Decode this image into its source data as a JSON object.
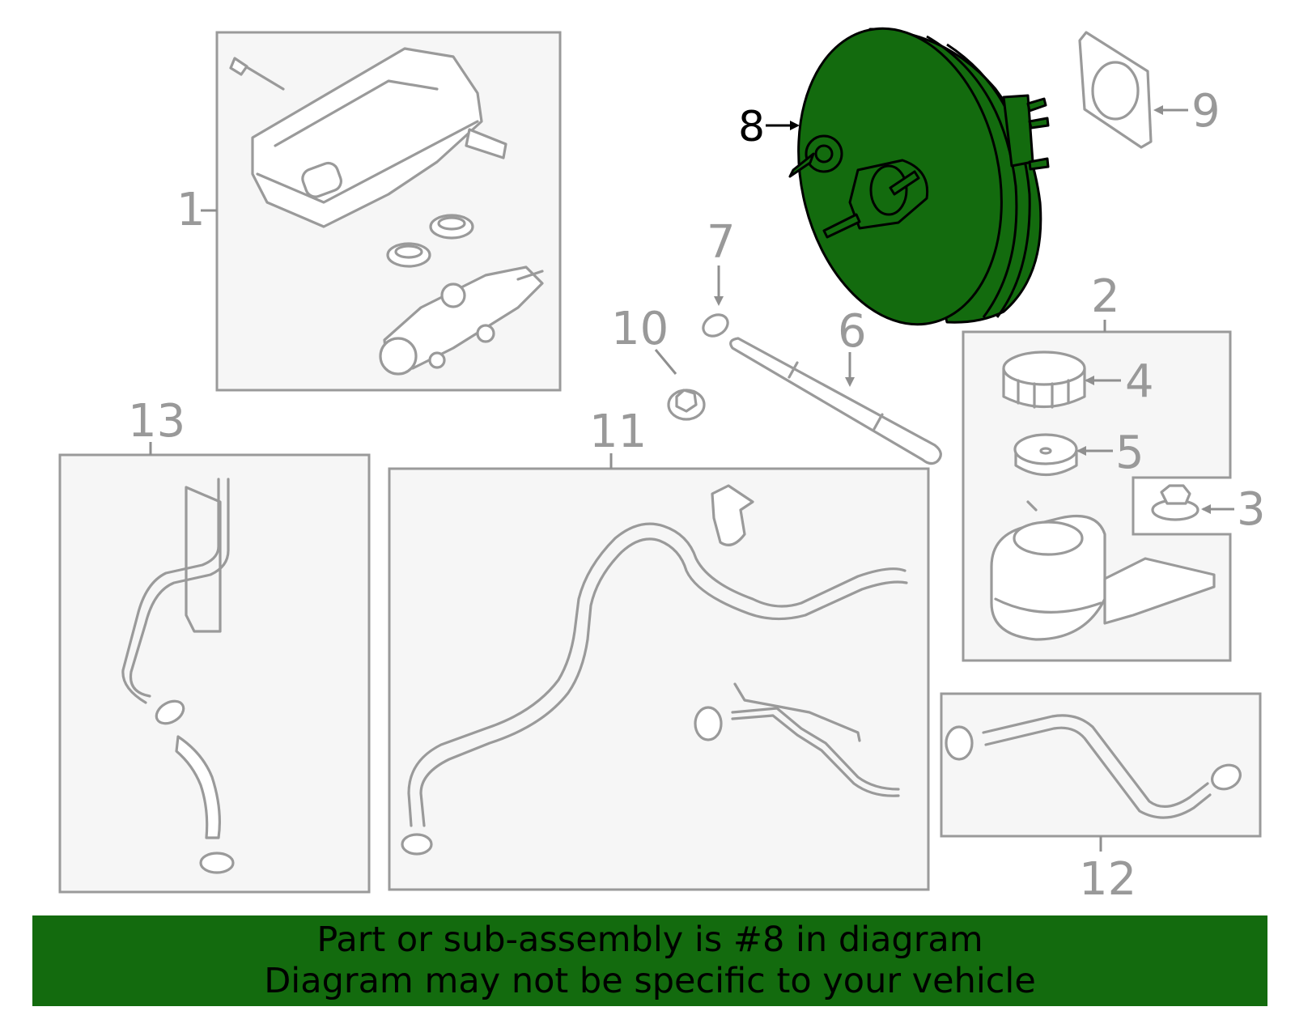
{
  "diagram": {
    "highlight_color": "#136b0e",
    "callouts": [
      {
        "id": "1",
        "label": "1"
      },
      {
        "id": "2",
        "label": "2"
      },
      {
        "id": "3",
        "label": "3"
      },
      {
        "id": "4",
        "label": "4"
      },
      {
        "id": "5",
        "label": "5"
      },
      {
        "id": "6",
        "label": "6"
      },
      {
        "id": "7",
        "label": "7"
      },
      {
        "id": "8",
        "label": "8",
        "highlighted": true
      },
      {
        "id": "9",
        "label": "9"
      },
      {
        "id": "10",
        "label": "10"
      },
      {
        "id": "11",
        "label": "11"
      },
      {
        "id": "12",
        "label": "12"
      },
      {
        "id": "13",
        "label": "13"
      }
    ]
  },
  "banner": {
    "line1": "Part or sub-assembly is #8 in diagram",
    "line2": "Diagram may not be specific to your vehicle"
  }
}
